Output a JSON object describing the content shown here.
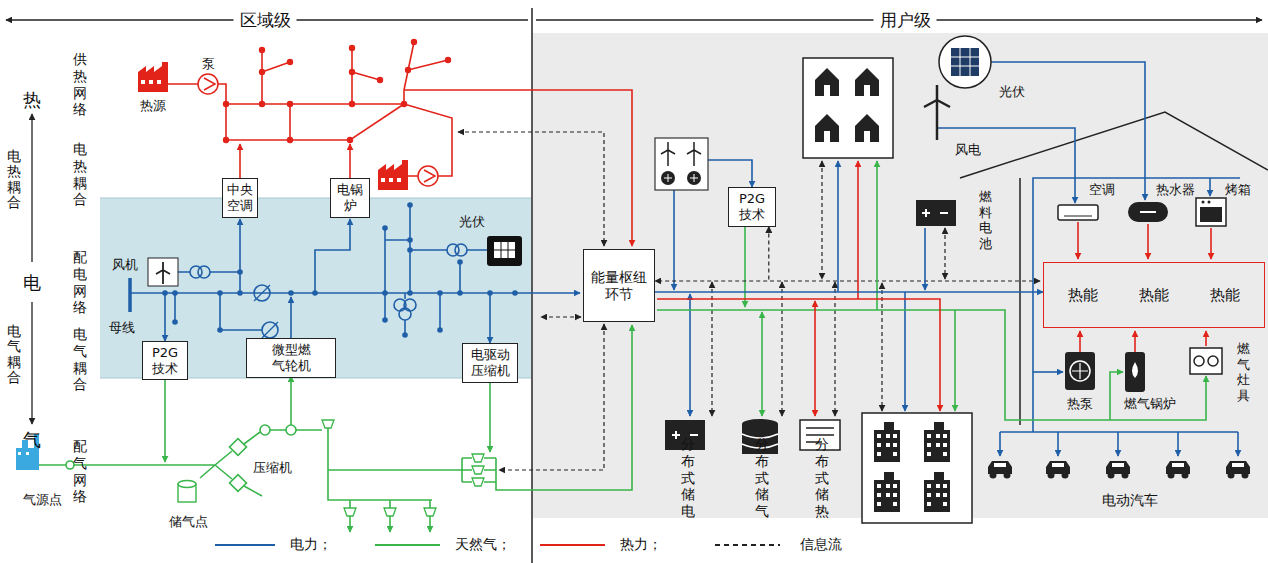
{
  "diagram": {
    "nodes": [
      {
        "text": [
          "中央空调"
        ]
      },
      {
        "text": [
          "电锅炉"
        ]
      },
      {
        "text": [
          "P2G技术"
        ]
      },
      {
        "text": [
          "微型燃气轮机"
        ]
      },
      {
        "text": [
          "电驱动压缩机"
        ]
      },
      {
        "text": [
          "能量枢纽环节"
        ]
      },
      {
        "text": [
          "P2G技术"
        ]
      },
      {
        "text": [
          "热能",
          "热能",
          "热能"
        ]
      }
    ],
    "edges": [
      {
        "from": 5,
        "to": 7,
        "arrow": "to"
      },
      {
        "from": 6,
        "to": 5,
        "arrow": "both"
      }
    ],
    "labels": [
      "区域级",
      "用户级",
      "热",
      "电热耦合",
      "电",
      "电气耦合",
      "气",
      "供热网络",
      "电热耦合",
      "配电网络",
      "电气耦合",
      "配气网络",
      "热源",
      "泵",
      "风机",
      "光伏",
      "母线",
      "气源点",
      "压缩机",
      "储气点",
      "光伏",
      "风电",
      "燃料电池",
      "空调",
      "热水器",
      "烤箱",
      "热泵",
      "燃气锅炉",
      "燃气灶具",
      "分布式储电",
      "分布式储气",
      "分布式储热",
      "电动汽车"
    ],
    "legend": [
      {
        "text": "电力；"
      },
      {
        "text": "天然气；"
      },
      {
        "text": "热力；"
      },
      {
        "text": "信息流"
      }
    ]
  }
}
